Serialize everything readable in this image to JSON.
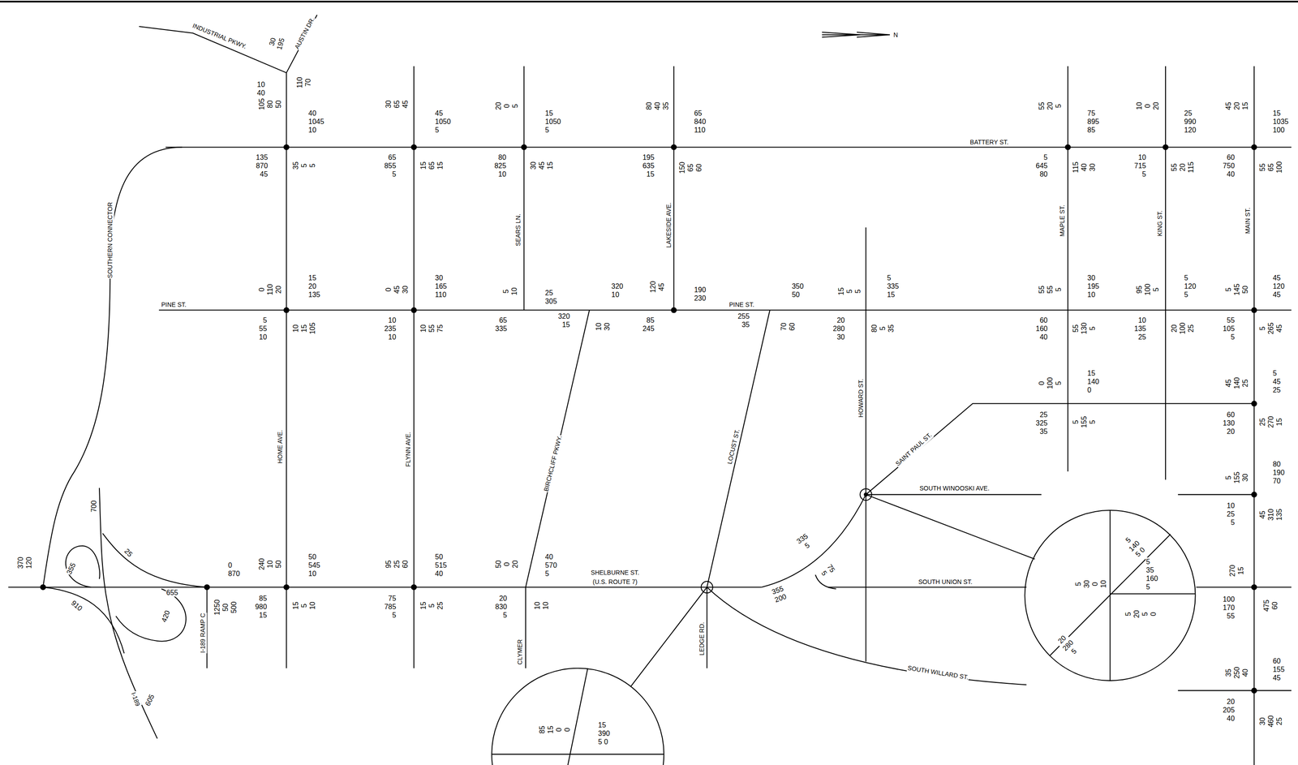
{
  "diagram": {
    "labels": [
      "INDUSTRIAL PKWY.",
      "AUSTIN DR.",
      "30 195",
      "10 40",
      "110 70",
      "105 80 50",
      "40 1045 10",
      "135 870 45",
      "35 5 5",
      "30 65 45",
      "45 1050 5",
      "65 855 5",
      "15 65 15",
      "20 0 5",
      "15 1050 5",
      "80 825 10",
      "30 45 15",
      "80 40 35",
      "65 840 110",
      "195 635 15",
      "150 65 60",
      "BATTERY ST.",
      "55 20 5",
      "75 895 85",
      "5 645 80",
      "115 40 30",
      "10 0 20",
      "25 990 120",
      "10 715 5",
      "55 20 115",
      "45 20 15",
      "15 1035 100",
      "60 750 40",
      "55 65 100",
      "SOUTHERN CONNECTOR",
      "SEARS LN.",
      "LAKESIDE AVE.",
      "MAPLE ST.",
      "KING ST.",
      "MAIN ST.",
      "PINE ST.",
      "0 110 20",
      "15 20 135",
      "5 55 10",
      "10 15 105",
      "0 45 30",
      "30 165 110",
      "10 235 10",
      "10 55 75",
      "5 10",
      "25 305",
      "65 335",
      "320 10",
      "320 15",
      "10 30",
      "120 45",
      "190 230",
      "85 245",
      "PINE ST.",
      "350 50",
      "255 35",
      "70 60",
      "15 5 5",
      "20 280 30",
      "5 335 15",
      "80 5 35",
      "55 55 5",
      "30 195 10",
      "60 160 40",
      "55 130 5",
      "95 100 5",
      "5 120 5",
      "10 135 25",
      "20 100 25",
      "5 145 50",
      "45 120 45",
      "55 105 5",
      "5 265 45",
      "0 100 5",
      "15 140 0",
      "25 325 35",
      "5 155 5",
      "45 140 25",
      "5 45 25",
      "60 130 20",
      "25 270 15",
      "HOME AVE.",
      "FLYNN AVE.",
      "BIRCHCLIFF PKWY.",
      "LOCUST ST.",
      "HOWARD ST.",
      "SAINT PAUL ST.",
      "SOUTH WINOOSKI AVE.",
      "5 155 30",
      "80 190 70",
      "10 25 5",
      "45 310 135",
      "700",
      "25",
      "370 120",
      "355",
      "0 870",
      "240 10 50",
      "50 545 10",
      "95 25 60",
      "50 515 40",
      "50 0 20",
      "40 570 5",
      "SHELBURNE ST.",
      "(U.S. ROUTE 7)",
      "335 5",
      "75 5",
      "355 200",
      "SOUTH UNION ST.",
      "655",
      "270 15",
      "100 170 55",
      "475 60",
      "910",
      "420",
      "1250 50 500",
      "85 980 15",
      "15 5 10",
      "75 785 5",
      "15 5 25",
      "20 830 5",
      "10 10",
      "5 30 0 10",
      "5 140 5 0",
      "5 35 160 5",
      "5 20 5 0",
      "20 280 5",
      "I-189 RAMP C",
      "CLYMER",
      "LEDGE RD.",
      "SOUTH WILLARD ST.",
      "I-189",
      "605",
      "35 250 40",
      "60 155 45",
      "20 205 40",
      "30 460 25",
      "85 15 0 0",
      "15 390 5 0",
      "N"
    ]
  }
}
